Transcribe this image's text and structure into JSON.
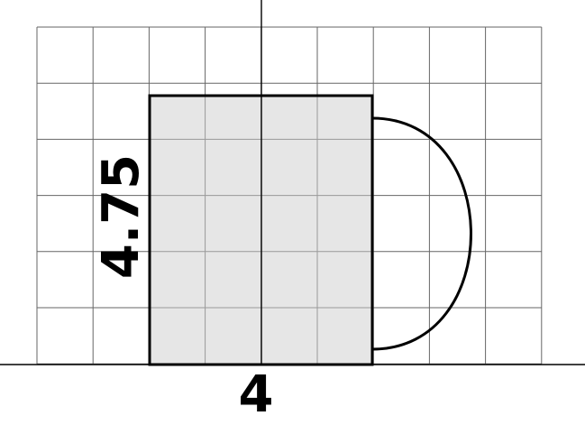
{
  "figure": {
    "labels": {
      "width": "4",
      "height": "4.75"
    },
    "grid": {
      "columns": 9,
      "rows": 6
    },
    "rectangle": {
      "width_units": 4,
      "height_units": 4.75
    },
    "colors": {
      "rectangle_fill": "#e6e6e6",
      "lines": "#000000",
      "grid": "#666666"
    }
  }
}
